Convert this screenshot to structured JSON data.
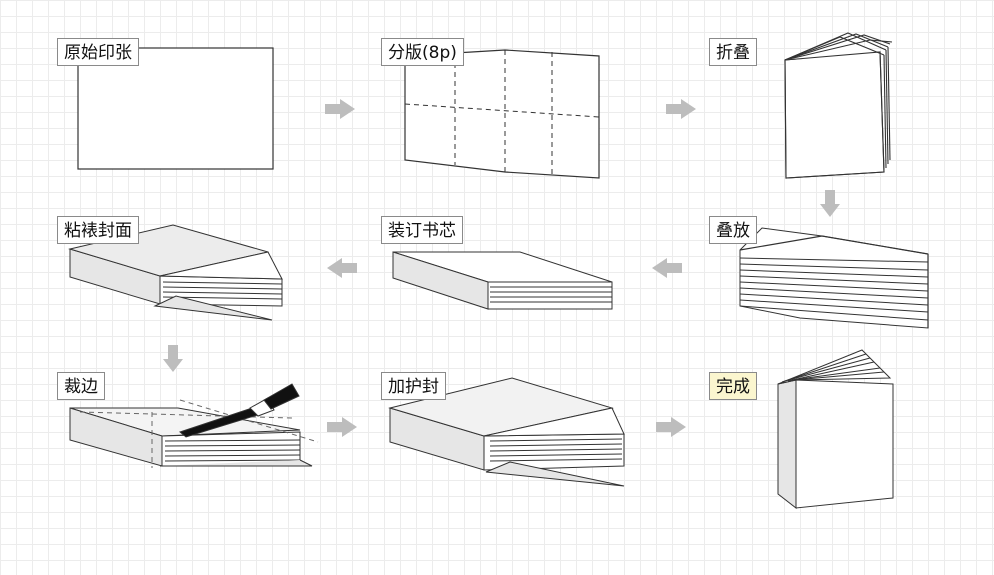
{
  "steps": [
    {
      "id": "original-sheet",
      "label": "原始印张"
    },
    {
      "id": "imposition",
      "label": "分版(8p)"
    },
    {
      "id": "folding",
      "label": "折叠"
    },
    {
      "id": "stacking",
      "label": "叠放"
    },
    {
      "id": "binding-block",
      "label": "装订书芯"
    },
    {
      "id": "glue-cover",
      "label": "粘裱封面"
    },
    {
      "id": "trimming",
      "label": "裁边"
    },
    {
      "id": "add-jacket",
      "label": "加护封"
    },
    {
      "id": "finished",
      "label": "完成"
    }
  ],
  "colors": {
    "arrow": "#bdbdbd",
    "stroke": "#333333",
    "paper": "#ffffff",
    "side": "#e6e6e6",
    "side_dark": "#cfcfcf",
    "blade": "#111111",
    "done_highlight": "#fbf6cf",
    "grid": "#ececec"
  }
}
